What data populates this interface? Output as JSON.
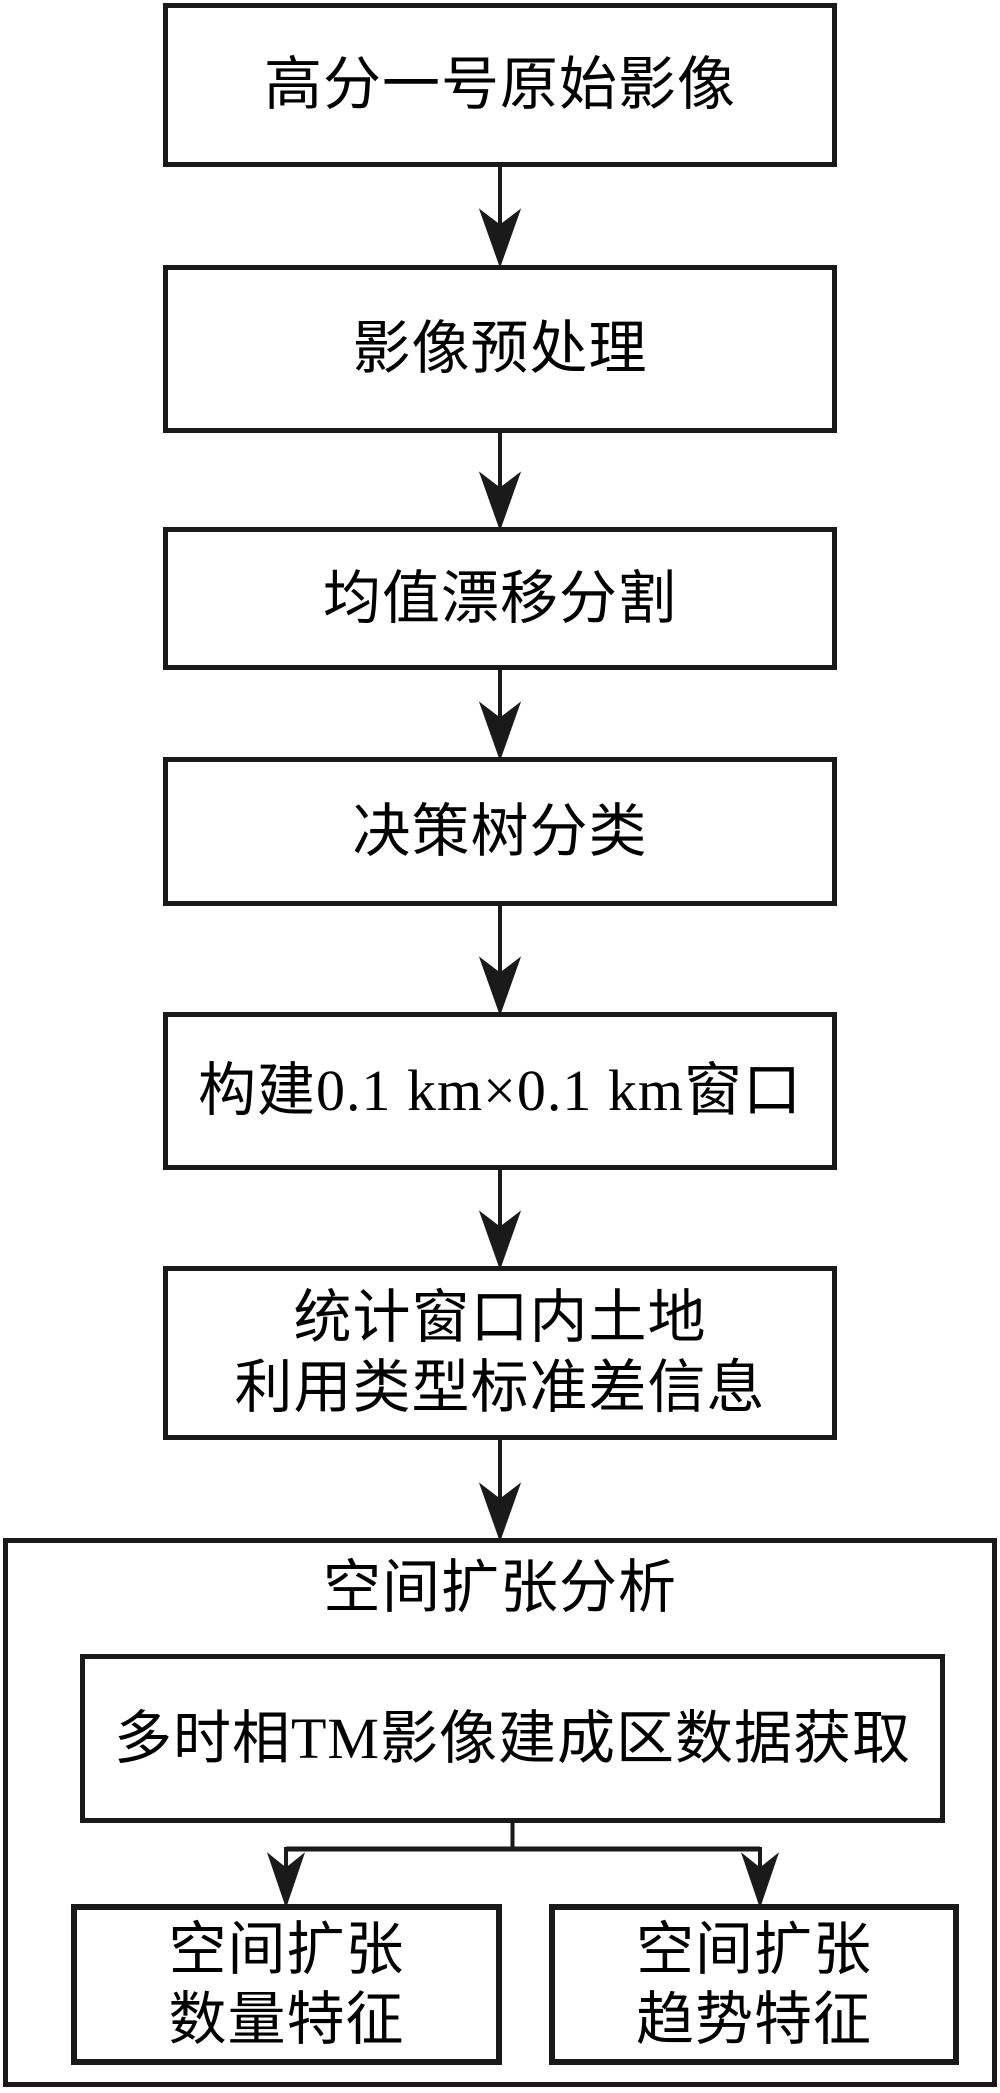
{
  "colors": {
    "background": "#ffffff",
    "line": "#1a1a1a",
    "text": "#000000"
  },
  "nodes": {
    "source_image": "高分一号原始影像",
    "preprocessing": "影像预处理",
    "mean_shift": "均值漂移分割",
    "decision_tree": "决策树分类",
    "window": "构建0.1 km×0.1 km窗口",
    "stats_line1": "统计窗口内土地",
    "stats_line2": "利用类型标准差信息",
    "group_title": "空间扩张分析",
    "tm_data": "多时相TM影像建成区数据获取",
    "quantity_line1": "空间扩张",
    "quantity_line2": "数量特征",
    "trend_line1": "空间扩张",
    "trend_line2": "趋势特征"
  }
}
